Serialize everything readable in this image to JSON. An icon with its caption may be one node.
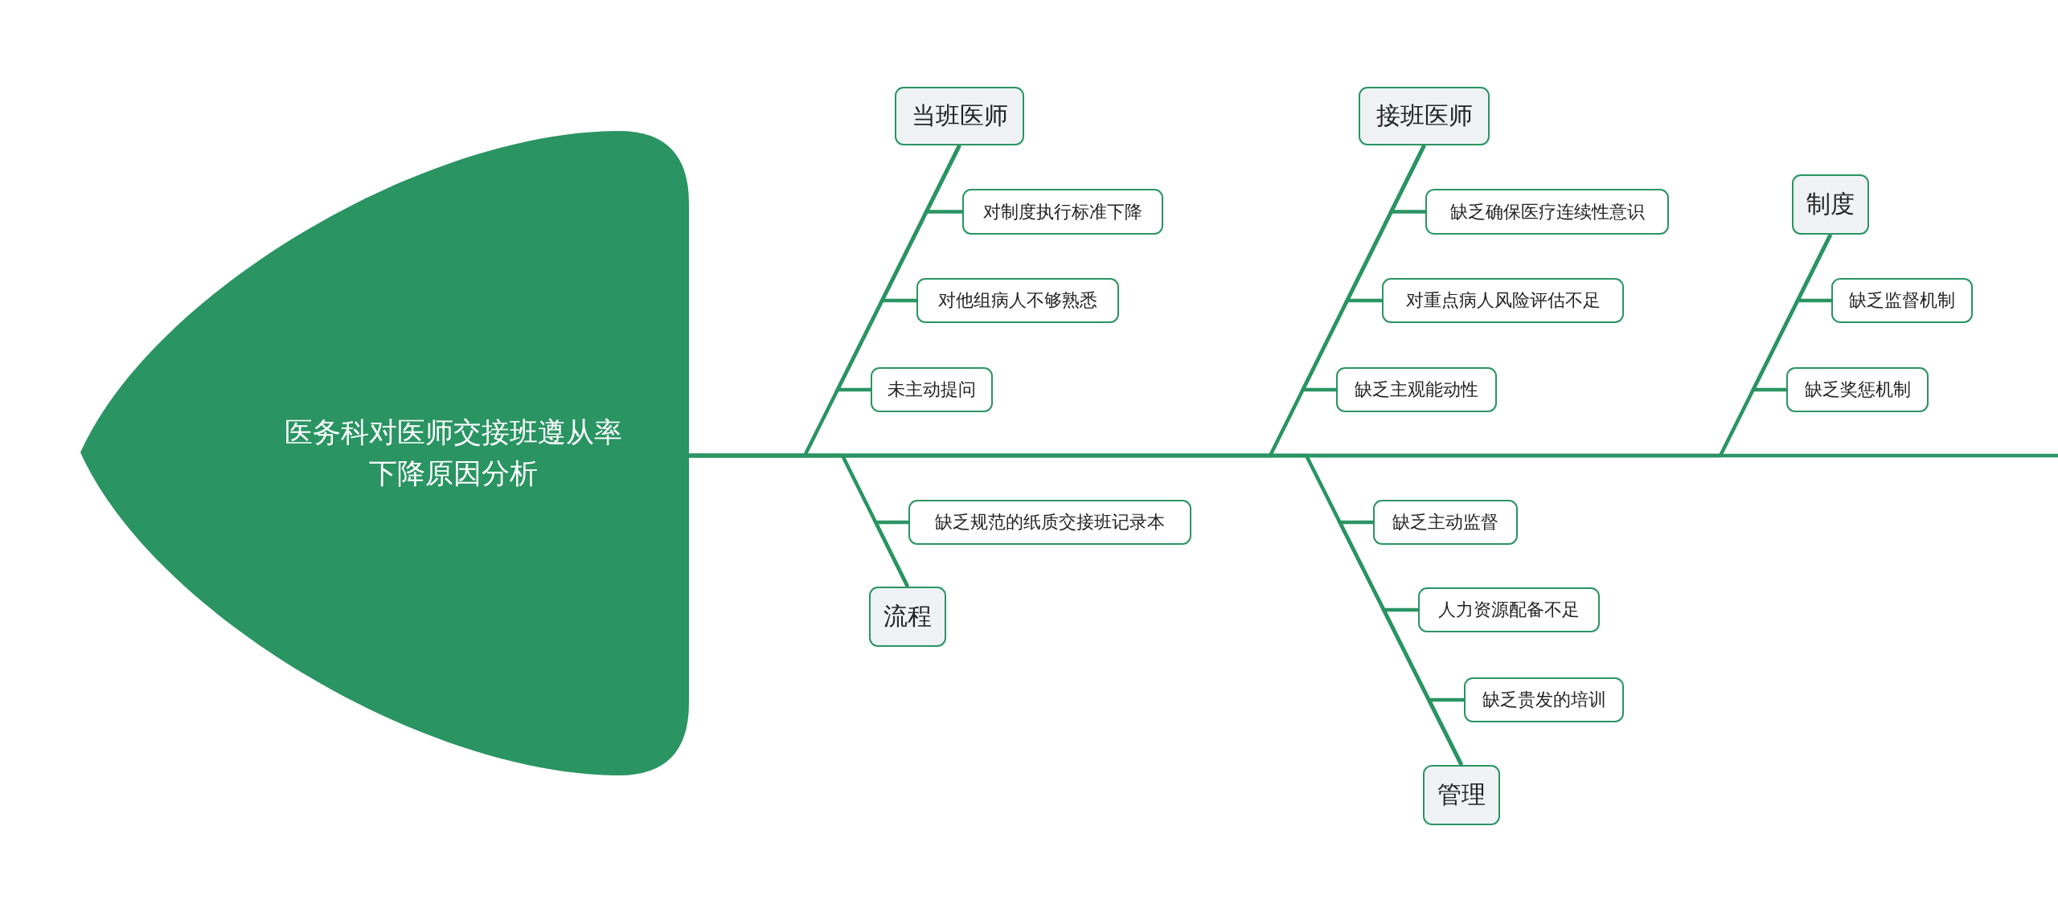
{
  "diagram": {
    "nodes": [
      {
        "text": [
          "医务科对医师交接班遵从率下降原因分析"
        ]
      },
      {
        "text": [
          "当班医师"
        ]
      },
      {
        "text": [
          "对制度执行标准下降"
        ]
      },
      {
        "text": [
          "对他组病人不够熟悉"
        ]
      },
      {
        "text": [
          "未主动提问"
        ]
      },
      {
        "text": [
          "流程"
        ]
      },
      {
        "text": [
          "缺乏规范的纸质交接班记录本"
        ]
      },
      {
        "text": [
          "接班医师"
        ]
      },
      {
        "text": [
          "缺乏确保医疗连续性意识"
        ]
      },
      {
        "text": [
          "对重点病人风险评估不足"
        ]
      },
      {
        "text": [
          "缺乏主观能动性"
        ]
      },
      {
        "text": [
          "管理"
        ]
      },
      {
        "text": [
          "缺乏主动监督"
        ]
      },
      {
        "text": [
          "人力资源配备不足"
        ]
      },
      {
        "text": [
          "缺乏贵发的培训"
        ]
      },
      {
        "text": [
          "制度"
        ]
      },
      {
        "text": [
          "缺乏监督机制"
        ]
      },
      {
        "text": [
          "缺乏奖惩机制"
        ]
      }
    ],
    "edges": [
      {
        "from": 1,
        "to": 0,
        "arrow": "none"
      },
      {
        "from": 1,
        "to": 2,
        "arrow": "none"
      },
      {
        "from": 1,
        "to": 3,
        "arrow": "none"
      },
      {
        "from": 1,
        "to": 4,
        "arrow": "none"
      },
      {
        "from": 5,
        "to": 0,
        "arrow": "none"
      },
      {
        "from": 5,
        "to": 6,
        "arrow": "none"
      },
      {
        "from": 7,
        "to": 0,
        "arrow": "none"
      },
      {
        "from": 7,
        "to": 8,
        "arrow": "none"
      },
      {
        "from": 7,
        "to": 9,
        "arrow": "none"
      },
      {
        "from": 7,
        "to": 10,
        "arrow": "none"
      },
      {
        "from": 11,
        "to": 0,
        "arrow": "none"
      },
      {
        "from": 11,
        "to": 12,
        "arrow": "none"
      },
      {
        "from": 11,
        "to": 13,
        "arrow": "none"
      },
      {
        "from": 11,
        "to": 14,
        "arrow": "none"
      },
      {
        "from": 15,
        "to": 0,
        "arrow": "none"
      },
      {
        "from": 15,
        "to": 16,
        "arrow": "none"
      },
      {
        "from": 15,
        "to": 17,
        "arrow": "none"
      }
    ]
  }
}
